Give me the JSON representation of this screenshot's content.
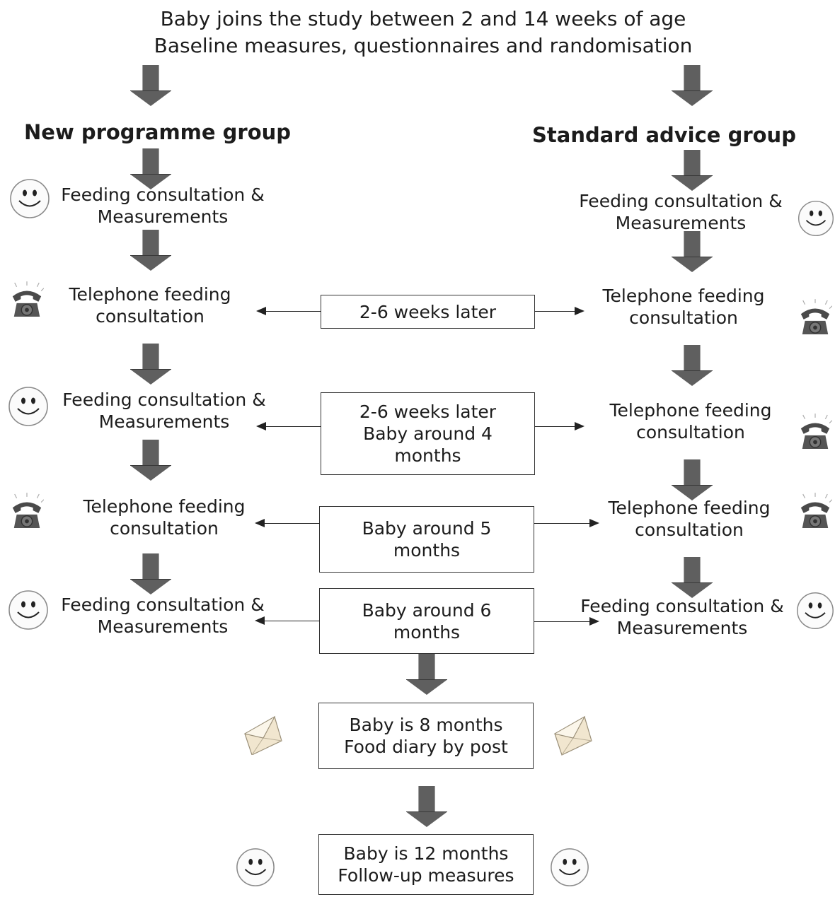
{
  "header": {
    "line1": "Baby joins the study between 2 and 14 weeks of age",
    "line2": "Baseline measures, questionnaires and randomisation"
  },
  "groups": {
    "left": "New programme group",
    "right": "Standard advice group"
  },
  "left_steps": [
    {
      "line1": "Feeding consultation &",
      "line2": "Measurements",
      "icon": "smiley-icon"
    },
    {
      "line1": "Telephone feeding",
      "line2": "consultation",
      "icon": "telephone-icon"
    },
    {
      "line1": "Feeding consultation &",
      "line2": "Measurements",
      "icon": "smiley-icon"
    },
    {
      "line1": "Telephone feeding",
      "line2": "consultation",
      "icon": "telephone-icon"
    },
    {
      "line1": "Feeding consultation &",
      "line2": "Measurements",
      "icon": "smiley-icon"
    }
  ],
  "right_steps": [
    {
      "line1": "Feeding consultation &",
      "line2": "Measurements",
      "icon": "smiley-icon"
    },
    {
      "line1": "Telephone feeding",
      "line2": "consultation",
      "icon": "telephone-icon"
    },
    {
      "line1": "Telephone feeding",
      "line2": "consultation",
      "icon": "telephone-icon"
    },
    {
      "line1": "Telephone feeding",
      "line2": "consultation",
      "icon": "telephone-icon"
    },
    {
      "line1": "Feeding consultation &",
      "line2": "Measurements",
      "icon": "smiley-icon"
    }
  ],
  "timing_boxes": [
    {
      "lines": [
        "2-6 weeks later"
      ]
    },
    {
      "lines": [
        "2-6 weeks later",
        "Baby around 4",
        "months"
      ]
    },
    {
      "lines": [
        "Baby around 5",
        "months"
      ]
    },
    {
      "lines": [
        "Baby around 6",
        "months"
      ]
    }
  ],
  "final_boxes": [
    {
      "lines": [
        "Baby is 8 months",
        "Food diary by post"
      ],
      "icon": "envelope-icon"
    },
    {
      "lines": [
        "Baby is 12 months",
        "Follow-up measures"
      ],
      "icon": "smiley-icon"
    }
  ],
  "colors": {
    "block_arrow": "#5f5f5f",
    "text": "#1c1c1c",
    "telephone": "#4a4a4a",
    "smiley_face": "#fbfbfb"
  }
}
